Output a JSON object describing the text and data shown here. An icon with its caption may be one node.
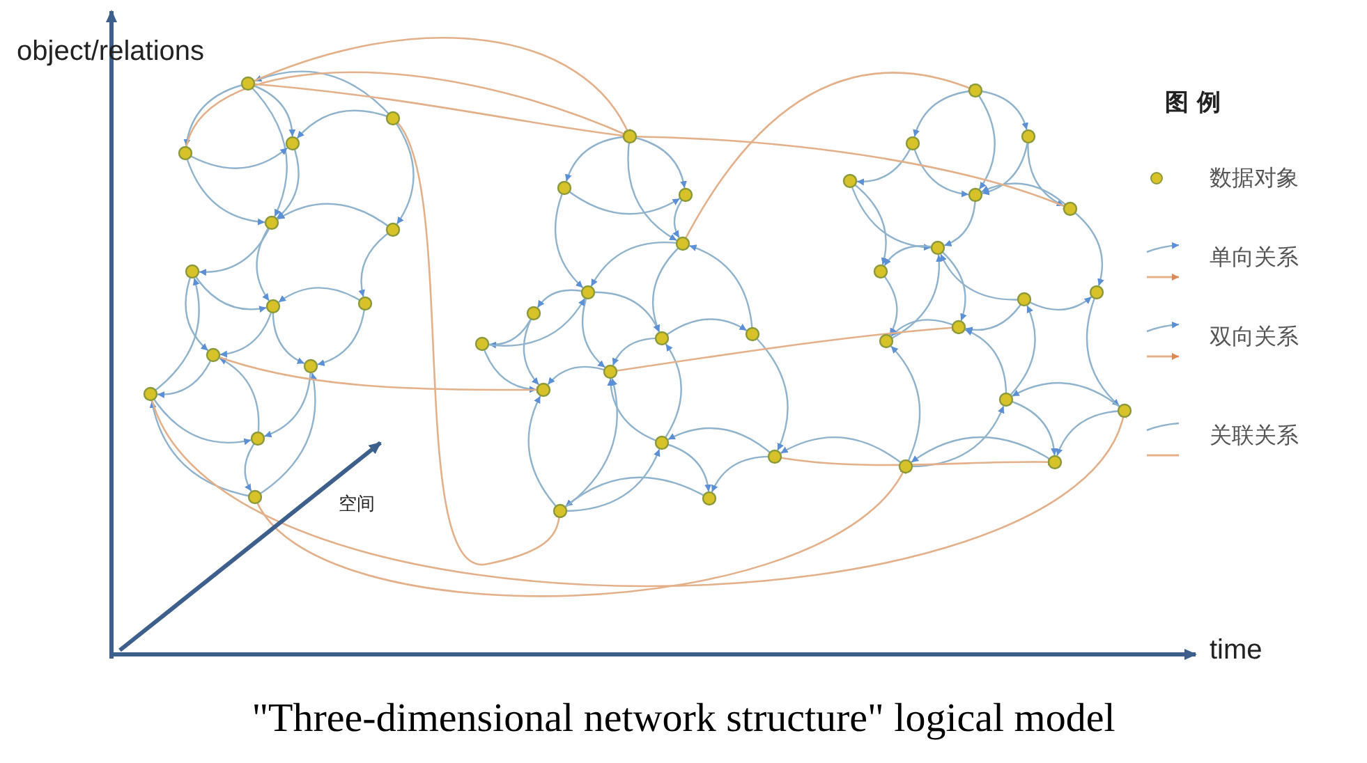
{
  "diagram": {
    "caption": "\"Three-dimensional network structure\" logical model",
    "labels": [
      "object/relations",
      "图 例",
      "空间",
      "time"
    ],
    "legend": [
      {
        "text": "数据对象"
      },
      {
        "text": "单向关系"
      },
      {
        "text": "双向关系"
      },
      {
        "text": "关联关系"
      }
    ]
  }
}
